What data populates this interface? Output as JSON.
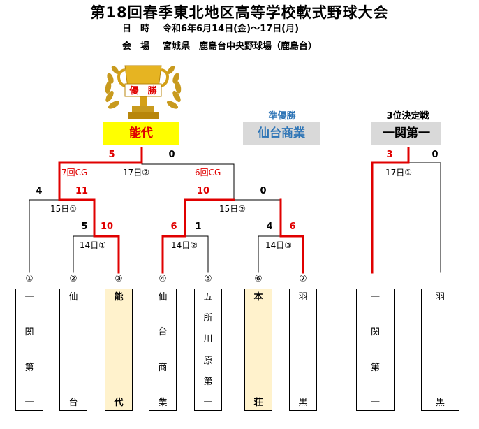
{
  "header": {
    "title": "第18回春季東北地区高等学校軟式野球大会",
    "date_label": "日　時",
    "date_value": "令和6年6月14日(金)～17日(月)",
    "venue_label": "会　場",
    "venue_value": "宮城県　鹿島台中央野球場（鹿島台）"
  },
  "results": {
    "trophy_text": "優　勝",
    "champion": "能代",
    "runner_up_label": "準優勝",
    "runner_up": "仙台商業",
    "third_label": "3位決定戦",
    "third": "一関第一"
  },
  "colors": {
    "winner_line": "#e00000",
    "winner_fill": "#ffff00",
    "highlight": "#fff2cc"
  },
  "bracket": {
    "final": {
      "left_score": "5",
      "right_score": "0",
      "date": "17日②"
    },
    "semi_left": {
      "note": "7回CG",
      "top_score": "4",
      "bottom_score": "11",
      "date": "15日①"
    },
    "semi_right": {
      "note": "6回CG",
      "top_score": "10",
      "bottom_score": "0",
      "date": "15日②"
    },
    "q1": {
      "left_score": "5",
      "right_score": "10",
      "date": "14日①"
    },
    "q2": {
      "left_score": "6",
      "right_score": "1",
      "date": "14日②"
    },
    "q3": {
      "left_score": "4",
      "right_score": "6",
      "date": "14日③"
    },
    "third_place": {
      "left_score": "3",
      "right_score": "0",
      "date": "17日①"
    }
  },
  "teams": [
    {
      "num": "①",
      "chars": [
        "一",
        "関",
        "第",
        "一"
      ]
    },
    {
      "num": "②",
      "chars": [
        "仙",
        "台"
      ]
    },
    {
      "num": "③",
      "chars": [
        "能",
        "代"
      ]
    },
    {
      "num": "④",
      "chars": [
        "仙",
        "台",
        "商",
        "業"
      ]
    },
    {
      "num": "⑤",
      "chars": [
        "五",
        "所",
        "川",
        "原",
        "第",
        "一"
      ]
    },
    {
      "num": "⑥",
      "chars": [
        "本",
        "荘"
      ]
    },
    {
      "num": "⑦",
      "chars": [
        "羽",
        "黒"
      ]
    }
  ],
  "third_teams": [
    {
      "chars": [
        "一",
        "関",
        "第",
        "一"
      ]
    },
    {
      "chars": [
        "羽",
        "黒"
      ]
    }
  ]
}
